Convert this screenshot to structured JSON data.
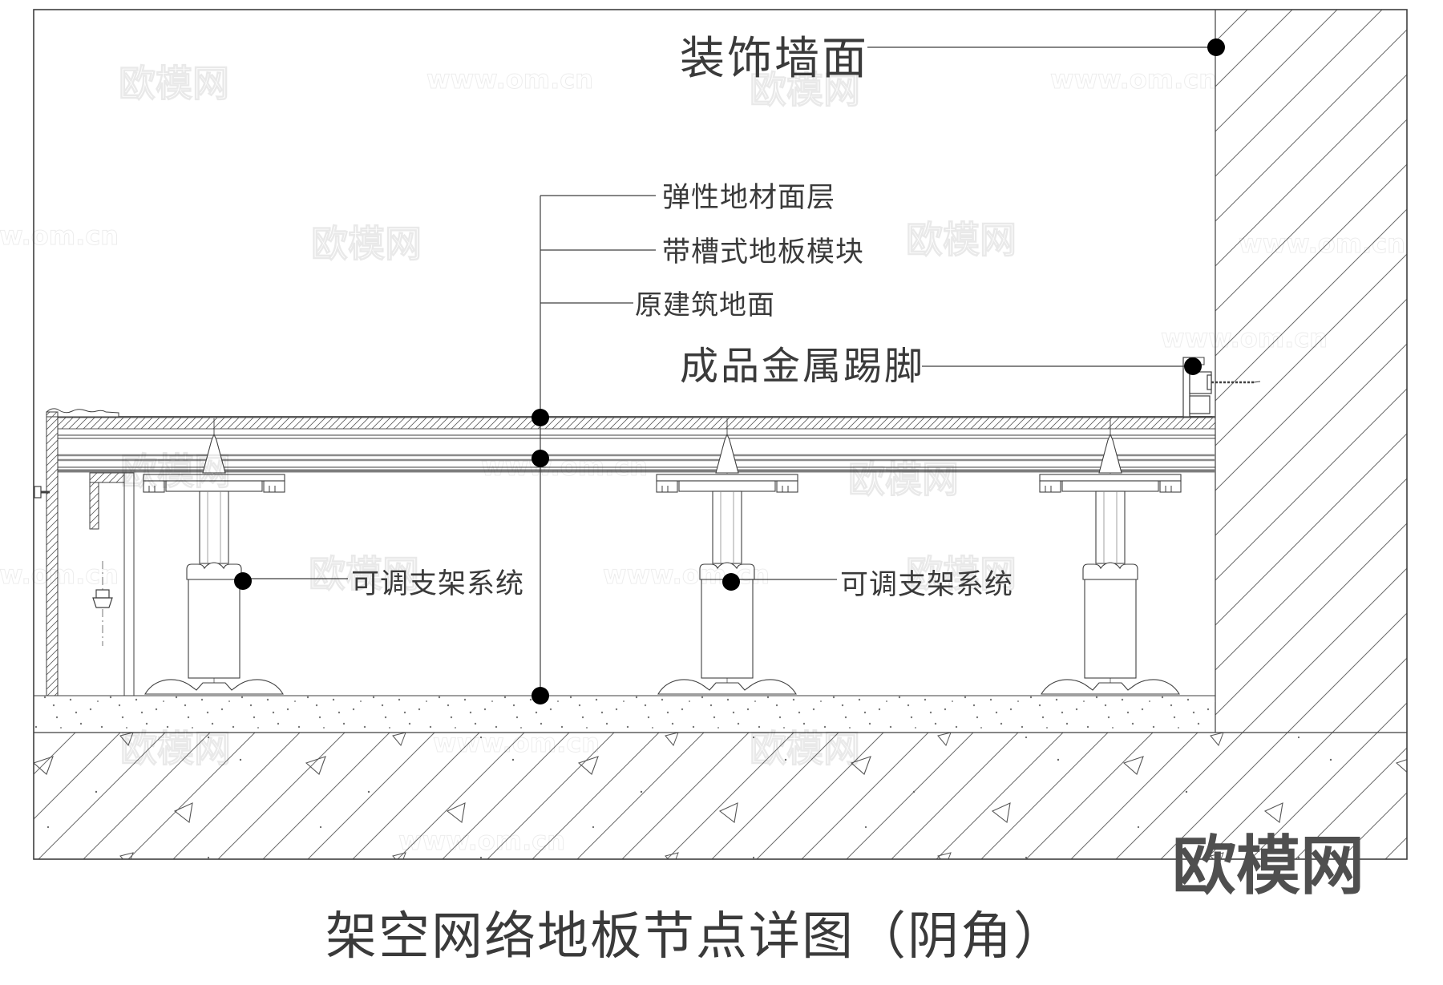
{
  "drawing": {
    "title": "架空网络地板节点详图（阴角）",
    "callouts": {
      "wall_finish": "装饰墙面",
      "elastic_floor_layer": "弹性地材面层",
      "grooved_floor_module": "带槽式地板模块",
      "original_building_floor": "原建筑地面",
      "metal_skirting": "成品金属踢脚",
      "adjustable_pedestal_1": "可调支架系统",
      "adjustable_pedestal_2": "可调支架系统"
    },
    "colors": {
      "line": "#3f3f3f",
      "leader_dot": "#000000",
      "logo": "#4f4f4f"
    }
  },
  "branding": {
    "logo": "欧模网",
    "watermark_name": "欧模网",
    "watermark_url": "www.om.cn"
  }
}
